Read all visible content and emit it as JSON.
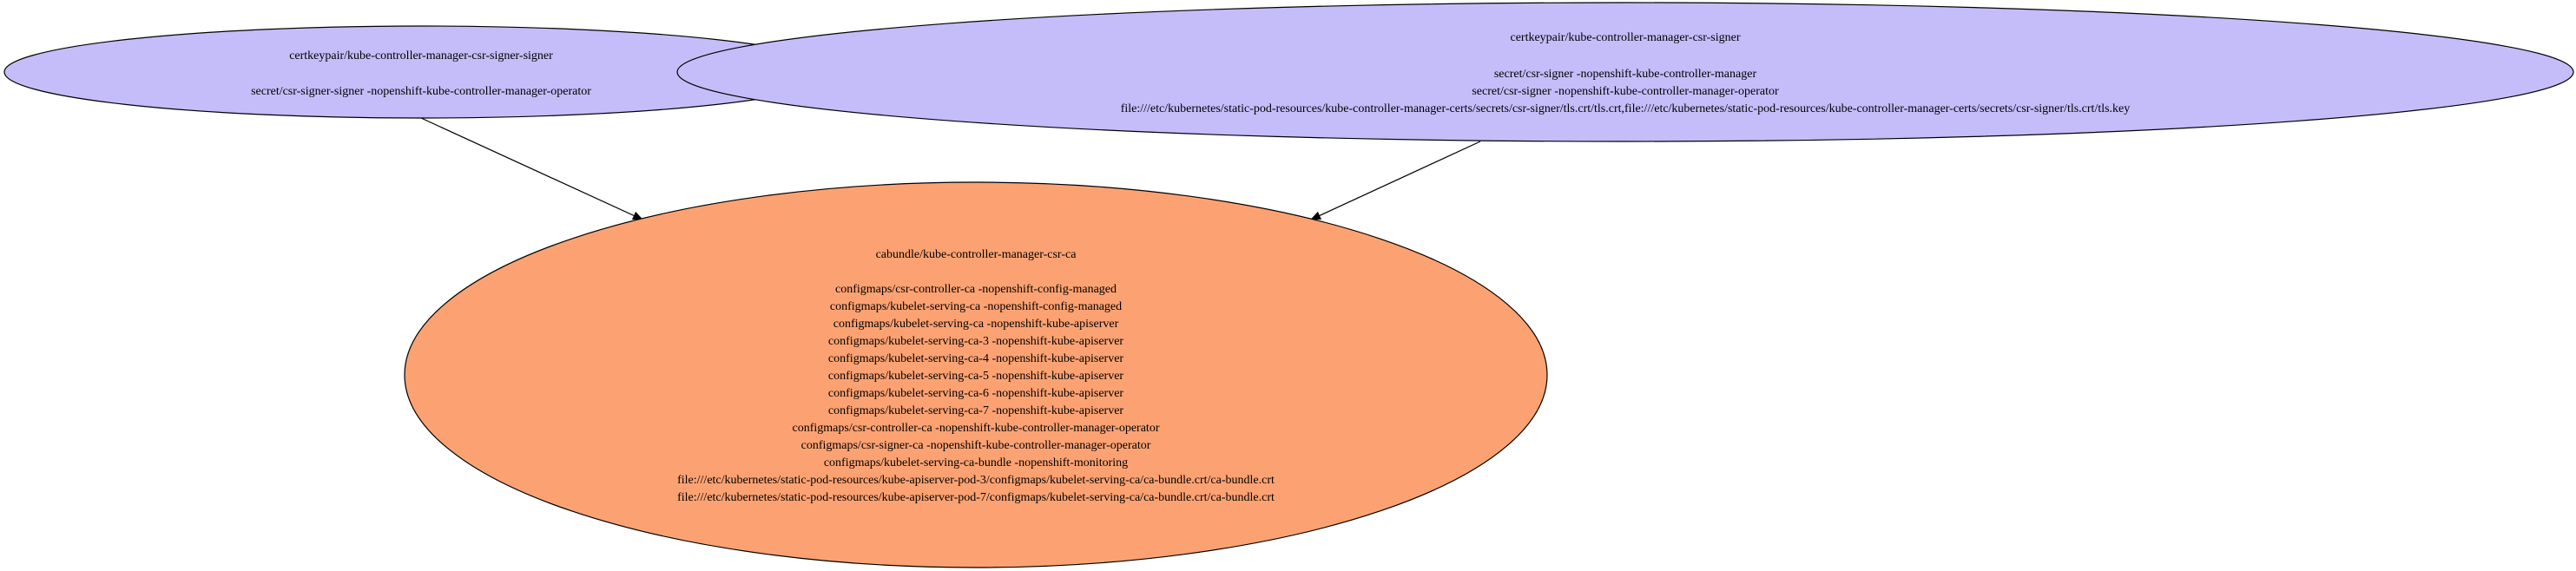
{
  "colors": {
    "signer_fill": "#c5bdf9",
    "bundle_fill": "#fca272",
    "stroke": "#000000",
    "background": "#ffffff"
  },
  "nodes": [
    {
      "id": "signer-signer",
      "title": "certkeypair/kube-controller-manager-csr-signer-signer",
      "lines": [
        "secret/csr-signer-signer -nopenshift-kube-controller-manager-operator"
      ]
    },
    {
      "id": "signer",
      "title": "certkeypair/kube-controller-manager-csr-signer",
      "lines": [
        "secret/csr-signer -nopenshift-kube-controller-manager",
        "secret/csr-signer -nopenshift-kube-controller-manager-operator",
        "file:///etc/kubernetes/static-pod-resources/kube-controller-manager-certs/secrets/csr-signer/tls.crt/tls.crt,file:///etc/kubernetes/static-pod-resources/kube-controller-manager-certs/secrets/csr-signer/tls.crt/tls.key"
      ]
    },
    {
      "id": "ca-bundle",
      "title": "cabundle/kube-controller-manager-csr-ca",
      "lines": [
        "configmaps/csr-controller-ca -nopenshift-config-managed",
        "configmaps/kubelet-serving-ca -nopenshift-config-managed",
        "configmaps/kubelet-serving-ca -nopenshift-kube-apiserver",
        "configmaps/kubelet-serving-ca-3 -nopenshift-kube-apiserver",
        "configmaps/kubelet-serving-ca-4 -nopenshift-kube-apiserver",
        "configmaps/kubelet-serving-ca-5 -nopenshift-kube-apiserver",
        "configmaps/kubelet-serving-ca-6 -nopenshift-kube-apiserver",
        "configmaps/kubelet-serving-ca-7 -nopenshift-kube-apiserver",
        "configmaps/csr-controller-ca -nopenshift-kube-controller-manager-operator",
        "configmaps/csr-signer-ca -nopenshift-kube-controller-manager-operator",
        "configmaps/kubelet-serving-ca-bundle -nopenshift-monitoring",
        "file:///etc/kubernetes/static-pod-resources/kube-apiserver-pod-3/configmaps/kubelet-serving-ca/ca-bundle.crt/ca-bundle.crt",
        "file:///etc/kubernetes/static-pod-resources/kube-apiserver-pod-7/configmaps/kubelet-serving-ca/ca-bundle.crt/ca-bundle.crt"
      ]
    }
  ],
  "edges": [
    {
      "from": "signer-signer",
      "to": "ca-bundle"
    },
    {
      "from": "signer",
      "to": "ca-bundle"
    }
  ]
}
